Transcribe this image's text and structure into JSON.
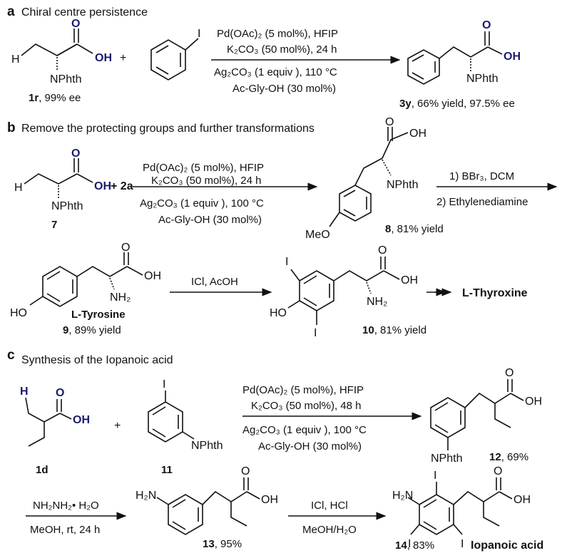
{
  "panel_a": {
    "letter": "a",
    "title": "Chiral centre persistence",
    "sm_label_bold": "1r",
    "sm_label_rest": ", 99% ee",
    "conditions": [
      "Pd(OAc)₂ (5 mol%),  HFIP",
      "K₂CO₃ (50 mol%), 24 h",
      "Ag₂CO₃ (1 equiv ), 110 °C",
      "Ac-Gly-OH (30 mol%)"
    ],
    "product_label_bold": "3y",
    "product_label_rest": ", 66% yield, 97.5% ee"
  },
  "panel_b": {
    "letter": "b",
    "title": "Remove the protecting groups and further transformations",
    "sm_label": "7",
    "plus_reagent": "+ 2a",
    "conditions": [
      "Pd(OAc)₂ (5 mol%),  HFIP",
      "K₂CO₃ (50 mol%), 24 h",
      "Ag₂CO₃ (1 equiv ), 100 °C",
      "Ac-Gly-OH (30 mol%)"
    ],
    "product_label_bold": "8",
    "product_label_rest": ", 81% yield",
    "step2_conditions": [
      "1) BBr₃, DCM",
      "2) Ethylenediamine"
    ],
    "tyrosine_name": "L-Tyrosine",
    "tyrosine_label_bold": "9",
    "tyrosine_label_rest": ", 89% yield",
    "iodination_conditions": "ICl, AcOH",
    "diiodo_label_bold": "10",
    "diiodo_label_rest": ", 81% yield",
    "final_product": "L-Thyroxine"
  },
  "panel_c": {
    "letter": "c",
    "title": "Synthesis of the Iopanoic acid",
    "sm_label": "1d",
    "aryl_label": "11",
    "conditions": [
      "Pd(OAc)₂ (5 mol%),  HFIP",
      "K₂CO₃ (50 mol%), 48 h",
      "Ag₂CO₃ (1 equiv ), 100 °C",
      "Ac-Gly-OH (30 mol%)"
    ],
    "product_label_bold": "12",
    "product_label_rest": ", 69%",
    "deprotect_conditions": [
      "NH₂NH₂• H₂O",
      "MeOH, rt, 24 h"
    ],
    "amine_label_bold": "13",
    "amine_label_rest": ", 95%",
    "iodination_conditions": [
      "ICl, HCl",
      "MeOH/H₂O"
    ],
    "final_label_bold": "14",
    "final_label_rest": ", 83%",
    "final_name": "Iopanoic acid"
  },
  "atoms": {
    "H": "H",
    "O": "O",
    "OH": "OH",
    "NPhth": "NPhth",
    "I": "I",
    "NH2": "NH₂",
    "HO": "HO",
    "MeO": "MeO",
    "H2N": "H₂N",
    "plus": "+"
  }
}
